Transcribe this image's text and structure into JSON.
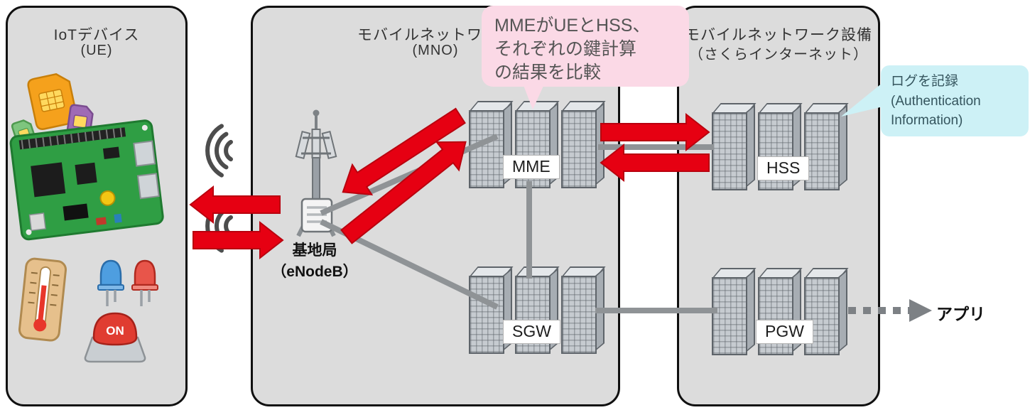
{
  "colors": {
    "panel_bg": "#dcdcdc",
    "arrow_red": "#e60012",
    "connector_gray": "#8f9396",
    "callout_pink": "#fbd9e6",
    "callout_cyan": "#cdf1f6"
  },
  "panels": {
    "ue": {
      "title": "IoTデバイス",
      "subtitle": "(UE)"
    },
    "mno": {
      "title": "モバイルネットワーク",
      "subtitle": "(MNO)"
    },
    "sakura": {
      "title": "モバイルネットワーク設備",
      "subtitle": "（さくらインターネット）"
    }
  },
  "nodes": {
    "enodeb": {
      "line1": "基地局",
      "line2": "（eNodeB）"
    },
    "mme": "MME",
    "sgw": "SGW",
    "hss": "HSS",
    "pgw": "PGW"
  },
  "callouts": {
    "mme_note": {
      "line1": "MMEがUEとHSS、",
      "line2": "それぞれの鍵計算",
      "line3": "の結果を比較"
    },
    "hss_note": {
      "line1": "ログを記録",
      "line2": "(Authentication",
      "line3": "Information)"
    }
  },
  "labels": {
    "app": "アプリ",
    "button_on": "ON"
  }
}
